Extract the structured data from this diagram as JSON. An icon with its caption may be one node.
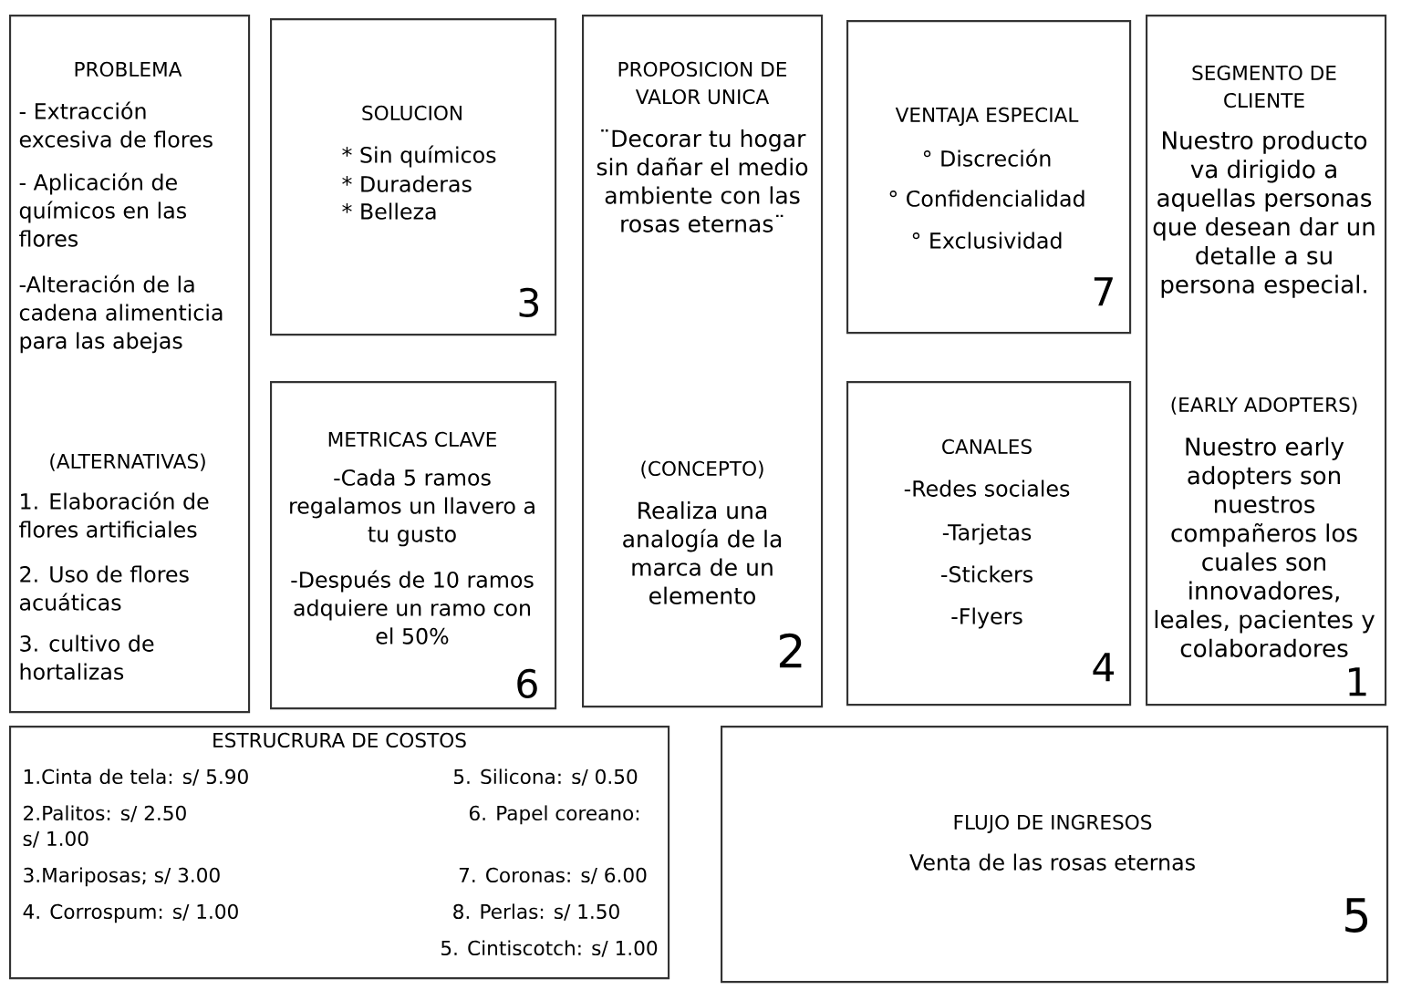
{
  "diagram": {
    "nodes": [
      {
        "text": [
          "PROBLEMA",
          "- Extracción excesiva de flores",
          "- Aplicación de químicos en las flores",
          "-Alteración de la cadena alimenticia para las abejas",
          "(ALTERNATIVAS)",
          "1. Elaboración de flores artificiales",
          "2. Uso de flores acuáticas",
          "3. cultivo de hortalizas"
        ]
      },
      {
        "text": [
          "SOLUCION",
          "* Sin químicos",
          "* Duraderas",
          "* Belleza",
          "3"
        ]
      },
      {
        "text": [
          "PROPOSICION DE VALOR UNICA",
          "¨Decorar tu hogar sin dañar el medio ambiente con las rosas eternas¨",
          "(CONCEPTO)",
          "Realiza una analogía de la marca de un elemento",
          "2"
        ]
      },
      {
        "text": [
          "VENTAJA ESPECIAL",
          "° Discreción",
          "° Confidencialidad",
          "° Exclusividad",
          "7"
        ]
      },
      {
        "text": [
          "SEGMENTO DE CLIENTE",
          "Nuestro producto va dirigido a aquellas personas que desean dar un detalle a su persona especial.",
          "(EARLY ADOPTERS)",
          "Nuestro early adopters son nuestros compañeros los cuales son innovadores, leales, pacientes y colaboradores",
          "1"
        ]
      },
      {
        "text": [
          "METRICAS CLAVE",
          "-Cada 5 ramos regalamos un llavero a tu gusto",
          "-Después de 10 ramos adquiere un ramo con el 50%",
          "6"
        ]
      },
      {
        "text": [
          "CANALES",
          "-Redes sociales",
          "-Tarjetas",
          "-Stickers",
          "-Flyers",
          "4"
        ]
      },
      {
        "text": [
          "ESTRUCRURA DE COSTOS",
          "1.Cinta de tela: s/ 5.90",
          "5. Silicona: s/ 0.50",
          "2.Palitos: s/ 2.50",
          "6. Papel coreano:",
          "s/ 1.00",
          "3.Mariposas; s/ 3.00",
          "7. Coronas: s/ 6.00",
          "4. Corrospum: s/ 1.00",
          "8. Perlas: s/ 1.50",
          "5. Cintiscotch: s/ 1.00"
        ]
      },
      {
        "text": [
          "FLUJO DE INGRESOS",
          "Venta de las rosas eternas",
          "5"
        ]
      }
    ]
  }
}
